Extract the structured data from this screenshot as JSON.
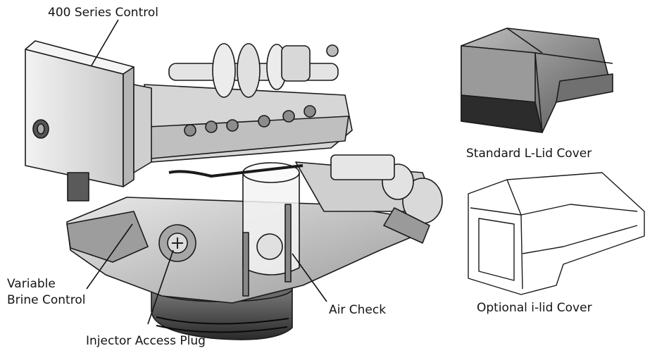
{
  "labels": {
    "control": "400 Series Control",
    "brine_line1": "Variable",
    "brine_line2": "Brine Control",
    "injector": "Injector Access Plug",
    "air_check": "Air Check",
    "standard_cover": "Standard L-Lid Cover",
    "optional_cover": "Optional i-lid Cover"
  }
}
